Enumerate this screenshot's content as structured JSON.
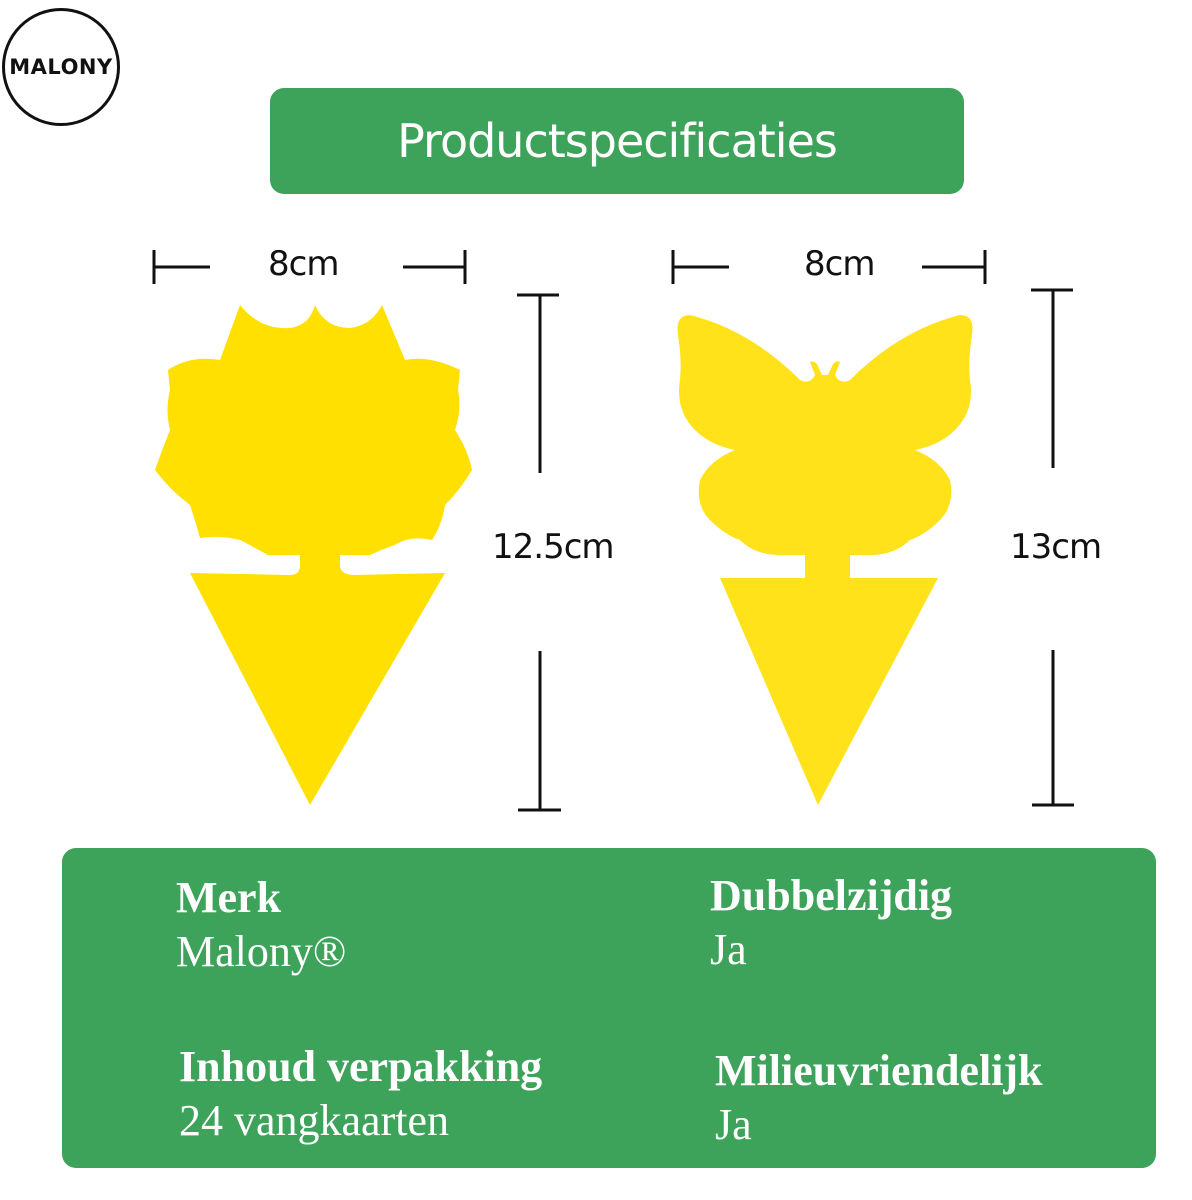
{
  "logo": {
    "text": "MALONY"
  },
  "title": "Productspecificaties",
  "products": [
    {
      "shape": "sunflower",
      "width_label": "8cm",
      "height_label": "12.5cm",
      "color": "#ffe000"
    },
    {
      "shape": "butterfly",
      "width_label": "8cm",
      "height_label": "13cm",
      "color": "#ffe21a"
    }
  ],
  "specs": [
    {
      "label": "Merk",
      "value": "Malony®"
    },
    {
      "label": "Dubbelzijdig",
      "value": "Ja"
    },
    {
      "label": "Inhoud verpakking",
      "value": "24 vangkaarten"
    },
    {
      "label": "Milieuvriendelijk",
      "value": "Ja"
    }
  ],
  "colors": {
    "brand_green": "#3ea35a",
    "trap_yellow": "#ffe000",
    "text_dark": "#111111"
  }
}
